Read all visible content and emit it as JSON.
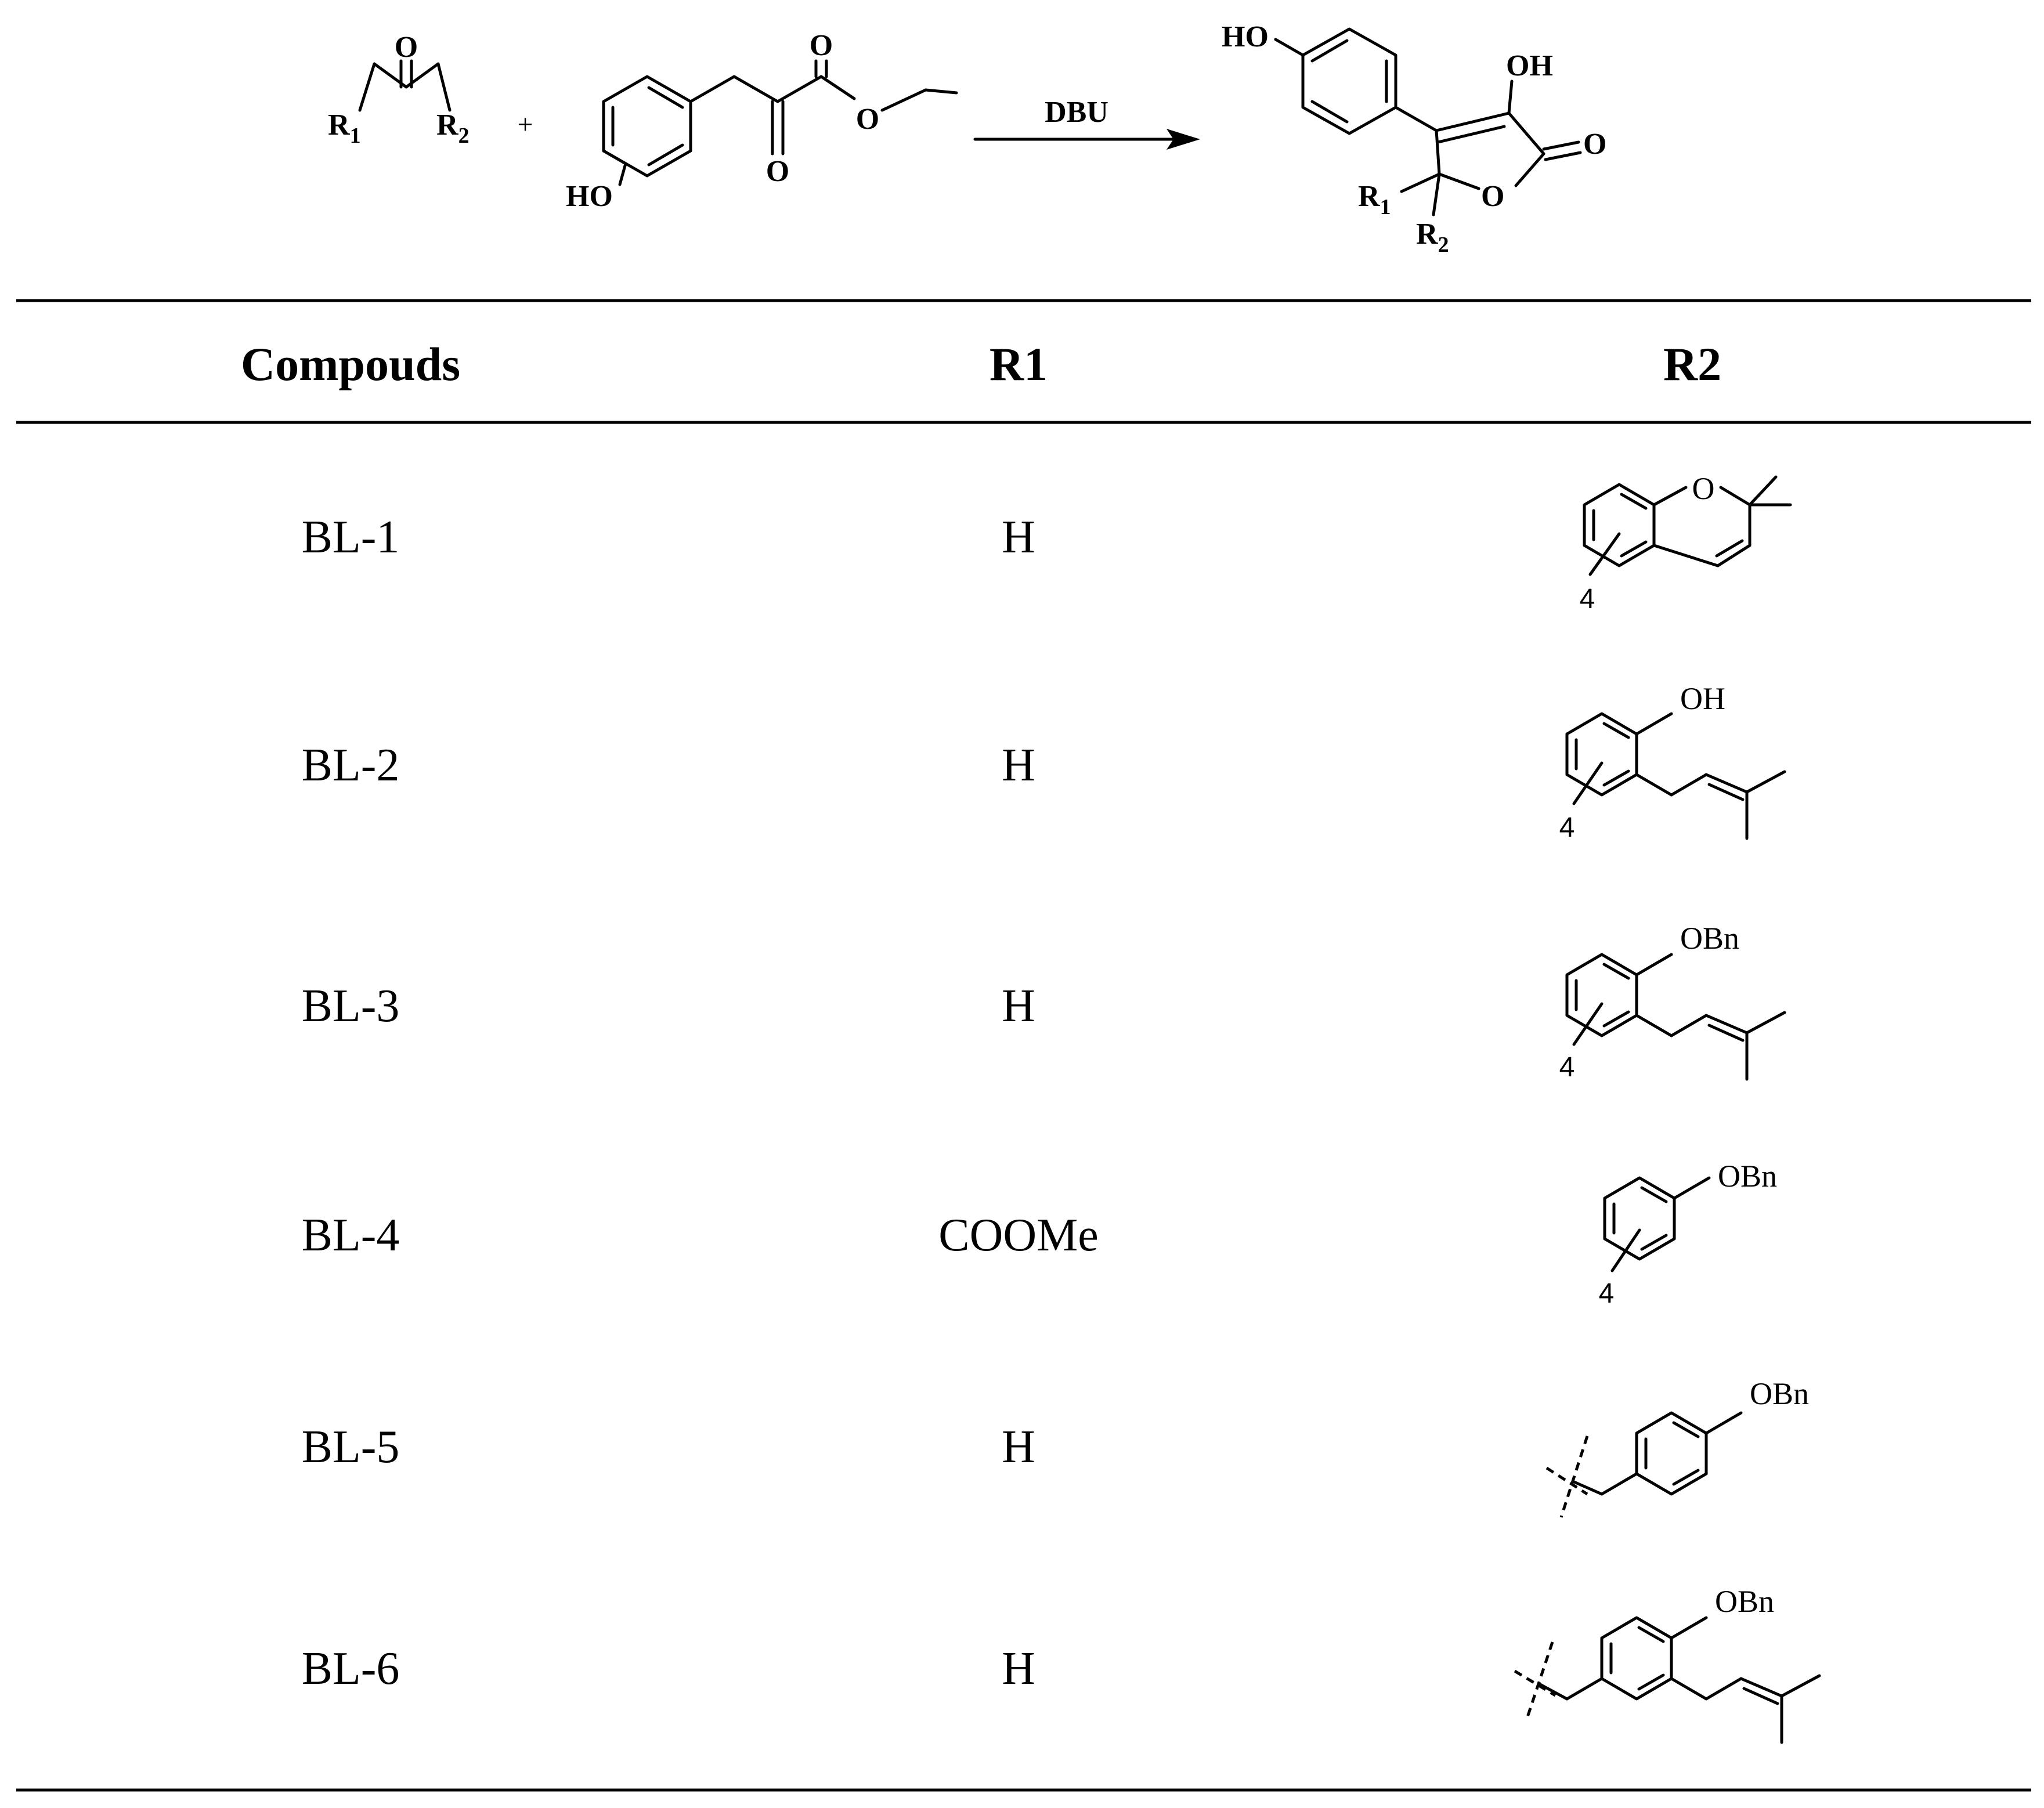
{
  "scheme": {
    "reagent": "DBU",
    "plus_sign": "+",
    "ketone": {
      "oxygen": "O",
      "r1": "R",
      "r1_sub": "1",
      "r2": "R",
      "r2_sub": "2"
    },
    "ester": {
      "hydroxy": "HO",
      "ketone_oxygen": "O",
      "carbonyl_oxygen": "O",
      "ether_oxygen": "O"
    },
    "product": {
      "hydroxy_top": "HO",
      "enol_hydroxy": "OH",
      "lactone_oxygen": "O",
      "ring_oxygen": "O",
      "r1": "R",
      "r1_sub": "1",
      "r2": "R",
      "r2_sub": "2"
    }
  },
  "table": {
    "headers": [
      "Compouds",
      "R1",
      "R2"
    ],
    "rows": [
      {
        "compound": "BL-1",
        "r1": "H",
        "r2_labels": {
          "o": "O",
          "pos": "4"
        }
      },
      {
        "compound": "BL-2",
        "r1": "H",
        "r2_labels": {
          "group": "OH",
          "pos": "4"
        }
      },
      {
        "compound": "BL-3",
        "r1": "H",
        "r2_labels": {
          "group": "OBn",
          "pos": "4"
        }
      },
      {
        "compound": "BL-4",
        "r1": "COOMe",
        "r2_labels": {
          "group": "OBn",
          "pos": "4"
        }
      },
      {
        "compound": "BL-5",
        "r1": "H",
        "r2_labels": {
          "group": "OBn"
        }
      },
      {
        "compound": "BL-6",
        "r1": "H",
        "r2_labels": {
          "group": "OBn"
        }
      }
    ]
  }
}
